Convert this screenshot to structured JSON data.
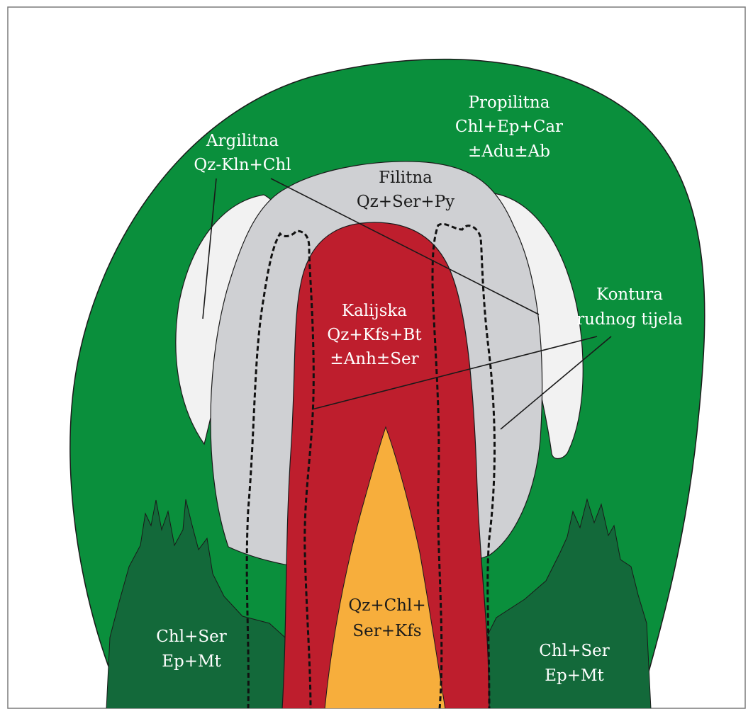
{
  "colors": {
    "propylitic": "#0a8f3c",
    "argillic": "#f2f2f2",
    "phyllic": "#cfd0d3",
    "potassic": "#be1e2d",
    "core": "#f7ae3c",
    "deep_propylitic": "#13693a",
    "outline": "#1a1a1a",
    "frame": "#7a7a7a"
  },
  "zones": {
    "propylitic": {
      "name": "Propilitna",
      "minerals": [
        "Chl+Ep+Car",
        "±Adu±Ab"
      ]
    },
    "argillic": {
      "name": "Argilitna",
      "minerals": [
        "Qz-Kln+Chl"
      ]
    },
    "phyllic": {
      "name": "Filitna",
      "minerals": [
        "Qz+Ser+Py"
      ]
    },
    "potassic": {
      "name": "Kalijska",
      "minerals": [
        "Qz+Kfs+Bt",
        "±Anh±Ser"
      ]
    },
    "core": {
      "lines": [
        "Qz+Chl+",
        "Ser+Kfs"
      ]
    },
    "deep_left": {
      "lines": [
        "Chl+Ser",
        "Ep+Mt"
      ]
    },
    "deep_right": {
      "lines": [
        "Chl+Ser",
        "Ep+Mt"
      ]
    }
  },
  "ore_body": {
    "label": [
      "Kontura",
      "rudnog tijela"
    ]
  }
}
